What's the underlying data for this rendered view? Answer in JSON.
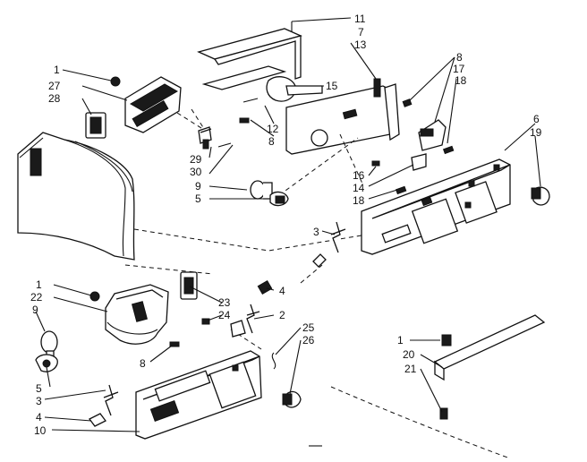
{
  "labels": {
    "l11": "11",
    "l7": "7",
    "l13": "13",
    "l15": "15",
    "l8a": "8",
    "l17": "17",
    "l18a": "18",
    "l1a": "1",
    "l27": "27",
    "l28": "28",
    "l12": "12",
    "l8b": "8",
    "l29": "29",
    "l30": "30",
    "l9a": "9",
    "l5a": "5",
    "l6": "6",
    "l19": "19",
    "l16": "16",
    "l14": "14",
    "l18b": "18",
    "l3a": "3",
    "l1b": "1",
    "l22": "22",
    "l9b": "9",
    "l23": "23",
    "l24": "24",
    "l4a": "4",
    "l2": "2",
    "l25": "25",
    "l26": "26",
    "l8c": "8",
    "l5b": "5",
    "l3b": "3",
    "l4b": "4",
    "l10": "10",
    "l1c": "1",
    "l20": "20",
    "l21": "21"
  }
}
